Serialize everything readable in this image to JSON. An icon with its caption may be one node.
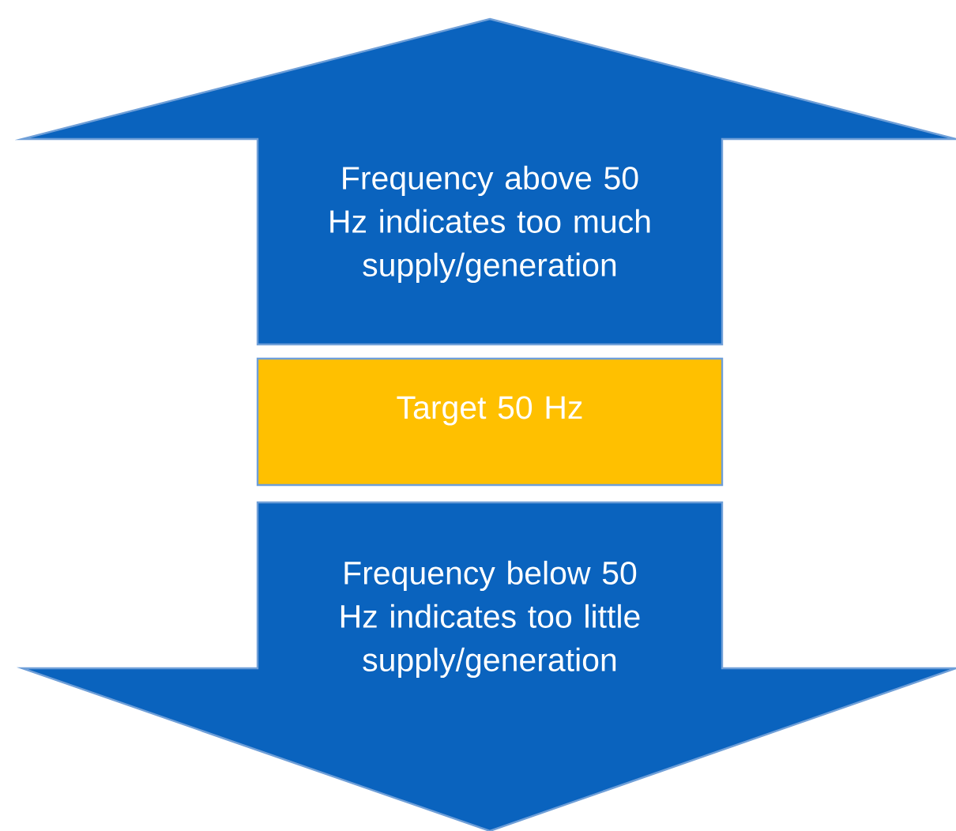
{
  "diagram": {
    "nodes": [
      {
        "text": [
          "Frequency above 50 Hz indicates too much supply/generation"
        ]
      },
      {
        "text": [
          "Target 50 Hz"
        ]
      },
      {
        "text": [
          "Frequency below 50 Hz indicates too little supply/generation"
        ]
      }
    ]
  }
}
